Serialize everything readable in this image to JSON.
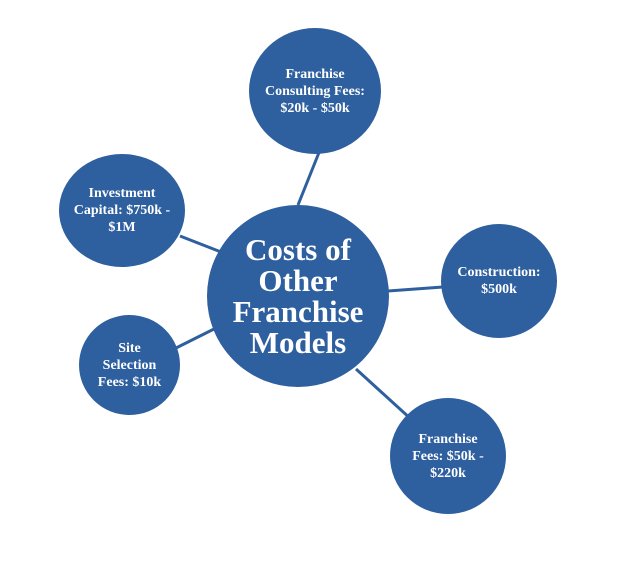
{
  "diagram": {
    "center": {
      "label": "Costs of Other Franchise Models"
    },
    "satellites": [
      {
        "id": "consulting",
        "label": "Franchise Consulting Fees: $20k - $50k"
      },
      {
        "id": "investment",
        "label": "Investment Capital: $750k - $1M"
      },
      {
        "id": "construction",
        "label": "Construction: $500k"
      },
      {
        "id": "site",
        "label": "Site Selection Fees: $10k"
      },
      {
        "id": "fees",
        "label": "Franchise Fees: $50k - $220k"
      }
    ]
  },
  "colors": {
    "node_fill": "#2e5f9e",
    "connector": "#2e5f9e",
    "text": "#ffffff",
    "background": "#ffffff"
  }
}
